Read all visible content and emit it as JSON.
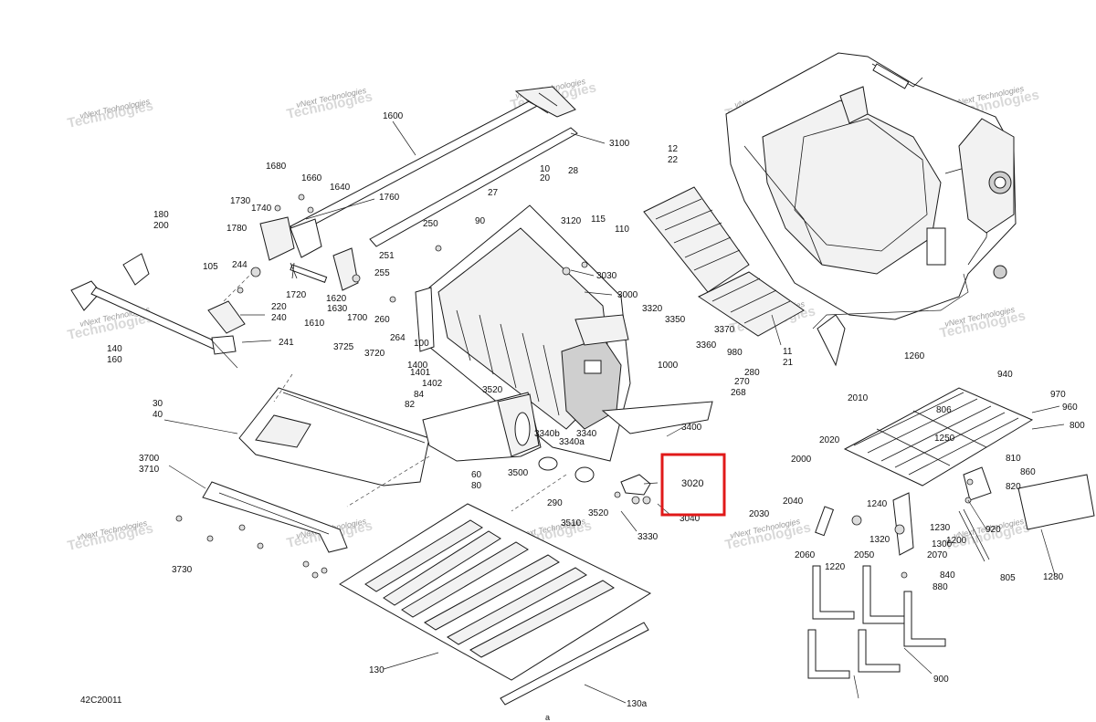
{
  "diagram": {
    "code": "42C20011",
    "footer_mark": "a",
    "highlight_label": "3020",
    "watermark": {
      "line1": "vNext Technologies",
      "line2": "Technologies"
    },
    "labels": [
      "1600",
      "3100",
      "1680",
      "1660",
      "1640",
      "1760",
      "1730",
      "1740",
      "1780",
      "180",
      "200",
      "105",
      "244",
      "1720",
      "1620",
      "1630",
      "1610",
      "1700",
      "220",
      "240",
      "241",
      "140",
      "160",
      "10",
      "20",
      "28",
      "27",
      "250",
      "90",
      "3120",
      "115",
      "110",
      "251",
      "255",
      "3030",
      "3000",
      "260",
      "264",
      "100",
      "3320",
      "3350",
      "3370",
      "3360",
      "980",
      "3725",
      "3720",
      "1400",
      "1401",
      "1402",
      "84",
      "82",
      "3520",
      "1000",
      "280",
      "270",
      "268",
      "30",
      "40",
      "3340b",
      "3340",
      "3340a",
      "3400",
      "3700",
      "3710",
      "60",
      "80",
      "3500",
      "290",
      "3510",
      "3520",
      "3040",
      "3330",
      "3730",
      "130",
      "130a",
      "12",
      "22",
      "11",
      "21",
      "1260",
      "940",
      "2010",
      "806",
      "970",
      "960",
      "800",
      "1250",
      "2020",
      "2000",
      "810",
      "860",
      "820",
      "2040",
      "1240",
      "2030",
      "1230",
      "920",
      "2060",
      "2050",
      "1320",
      "1300",
      "1200",
      "2070",
      "1220",
      "840",
      "805",
      "1280",
      "880",
      "900"
    ]
  }
}
